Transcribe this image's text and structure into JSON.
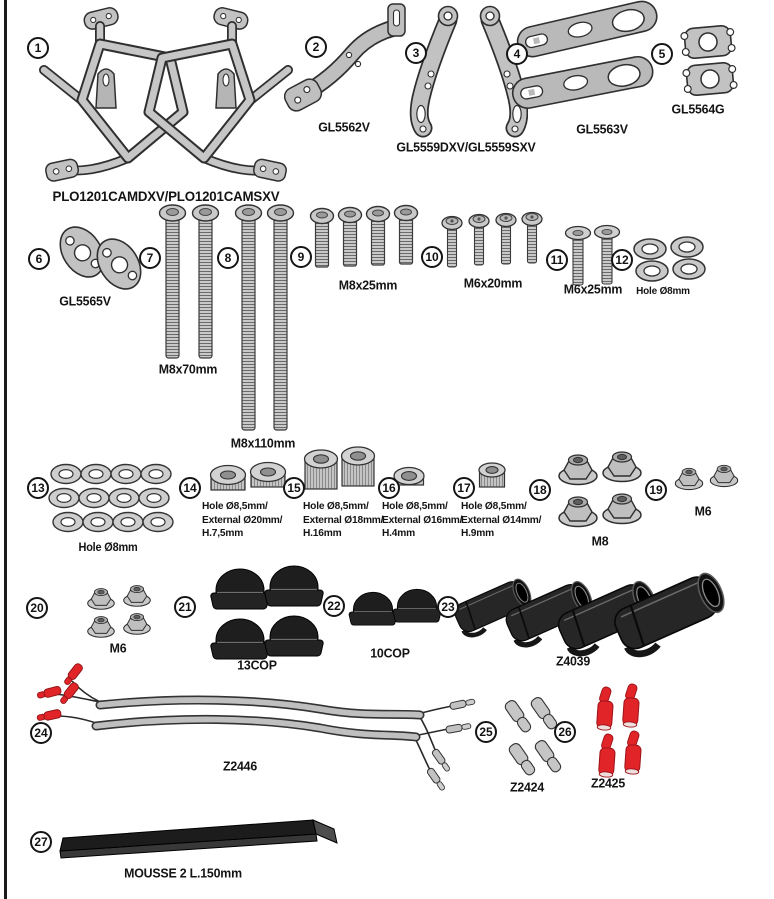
{
  "colors": {
    "part_gray": "#c2c2c2",
    "outline": "#2f2f2f",
    "black_part": "#222222",
    "red": "#e02428",
    "background": "#ffffff"
  },
  "items": [
    {
      "number": "1",
      "label": "PLO1201CAMDXV/PLO1201CAMSXV"
    },
    {
      "number": "2",
      "label": "GL5562V"
    },
    {
      "number": "3",
      "label": "GL5559DXV/GL5559SXV"
    },
    {
      "number": "4",
      "label": "GL5563V"
    },
    {
      "number": "5",
      "label": "GL5564G"
    },
    {
      "number": "6",
      "label": "GL5565V"
    },
    {
      "number": "7",
      "label": "M8x70mm"
    },
    {
      "number": "8",
      "label": "M8x110mm"
    },
    {
      "number": "9",
      "label": "M8x25mm"
    },
    {
      "number": "10",
      "label": "M6x20mm"
    },
    {
      "number": "11",
      "label": "M6x25mm"
    },
    {
      "number": "12",
      "label": "Hole Ø8mm"
    },
    {
      "number": "13",
      "label": "Hole Ø8mm"
    },
    {
      "number": "14",
      "lines": [
        "Hole Ø8,5mm/",
        "External Ø20mm/",
        "H.7,5mm"
      ]
    },
    {
      "number": "15",
      "lines": [
        "Hole Ø8,5mm/",
        "External Ø18mm/",
        "H.16mm"
      ]
    },
    {
      "number": "16",
      "lines": [
        "Hole Ø8,5mm/",
        "External Ø16mm/",
        "H.4mm"
      ]
    },
    {
      "number": "17",
      "lines": [
        "Hole Ø8,5mm/",
        "External Ø14mm/",
        "H.9mm"
      ]
    },
    {
      "number": "18",
      "label": "M8"
    },
    {
      "number": "19",
      "label": "M6"
    },
    {
      "number": "20",
      "label": "M6"
    },
    {
      "number": "21",
      "label": "13COP"
    },
    {
      "number": "22",
      "label": "10COP"
    },
    {
      "number": "23",
      "label": "Z4039"
    },
    {
      "number": "24",
      "label": "Z2446"
    },
    {
      "number": "25",
      "label": "Z2424"
    },
    {
      "number": "26",
      "label": "Z2425"
    },
    {
      "number": "27",
      "label": "MOUSSE 2 L.150mm"
    }
  ]
}
